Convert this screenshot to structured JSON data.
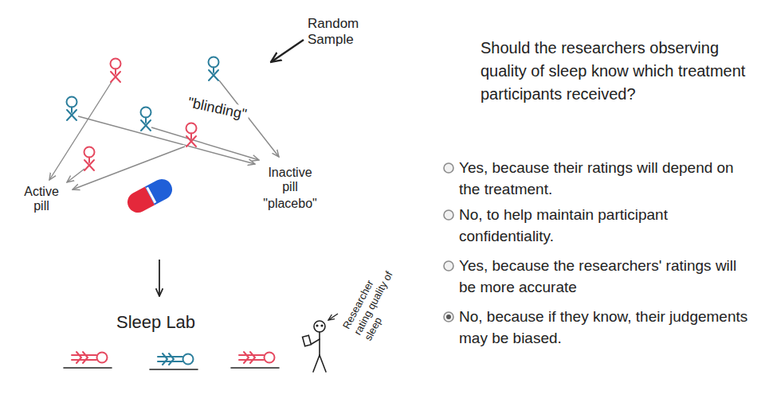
{
  "diagram": {
    "labels": [
      "Random Sample",
      "\"blinding\"",
      "Active pill",
      "Inactive pill",
      "\"placebo\"",
      "Sleep Lab",
      "Researcher rating quality of sleep",
      "Should the researchers observing quality of sleep know which treatment participants received?",
      "Yes, because their ratings will depend on the treatment.",
      "No, to help maintain participant confidentiality.",
      "Yes, because the researchers' ratings will be more accurate",
      "No, because if they know, their judgements may be biased."
    ]
  }
}
